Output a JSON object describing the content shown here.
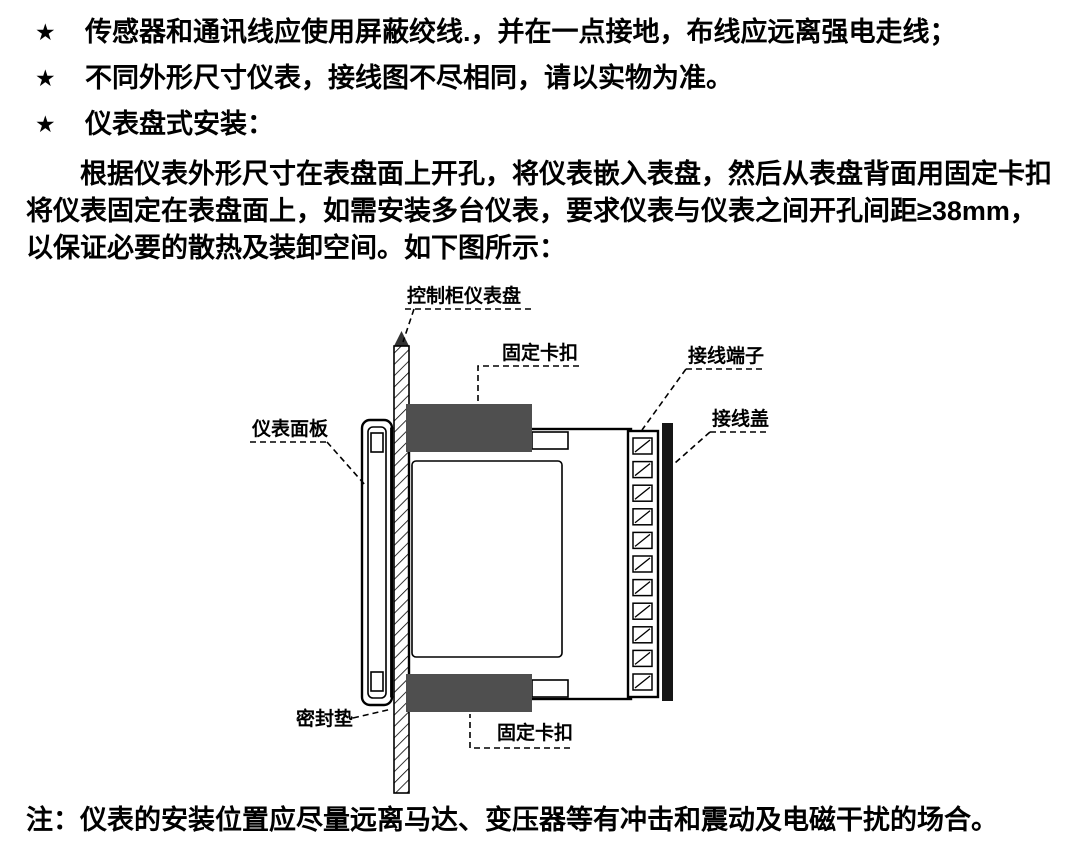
{
  "page": {
    "bullets": [
      {
        "marker": "★",
        "text": "传感器和通讯线应使用屏蔽绞线.，并在一点接地，布线应远离强电走线；"
      },
      {
        "marker": "★",
        "text": "不同外形尺寸仪表，接线图不尽相同，请以实物为准。"
      },
      {
        "marker": "★",
        "text": "仪表盘式安装："
      }
    ],
    "paragraph": "根据仪表外形尺寸在表盘面上开孔，将仪表嵌入表盘，然后从表盘背面用固定卡扣将仪表固定在表盘面上，如需安装多台仪表，要求仪表与仪表之间开孔间距≥38mm，以保证必要的散热及装卸空间。如下图所示：",
    "note": "注：仪表的安装位置应尽量远离马达、变压器等有冲击和震动及电磁干扰的场合。"
  },
  "diagram": {
    "labels": {
      "panel": "控制柜仪表盘",
      "clip_top": "固定卡扣",
      "terminal": "接线端子",
      "cover": "接线盖",
      "front_panel": "仪表面板",
      "gasket": "密封垫",
      "clip_bottom": "固定卡扣"
    },
    "colors": {
      "clip": "#4f4f4f",
      "cover": "#161616",
      "line": "#000000"
    }
  }
}
